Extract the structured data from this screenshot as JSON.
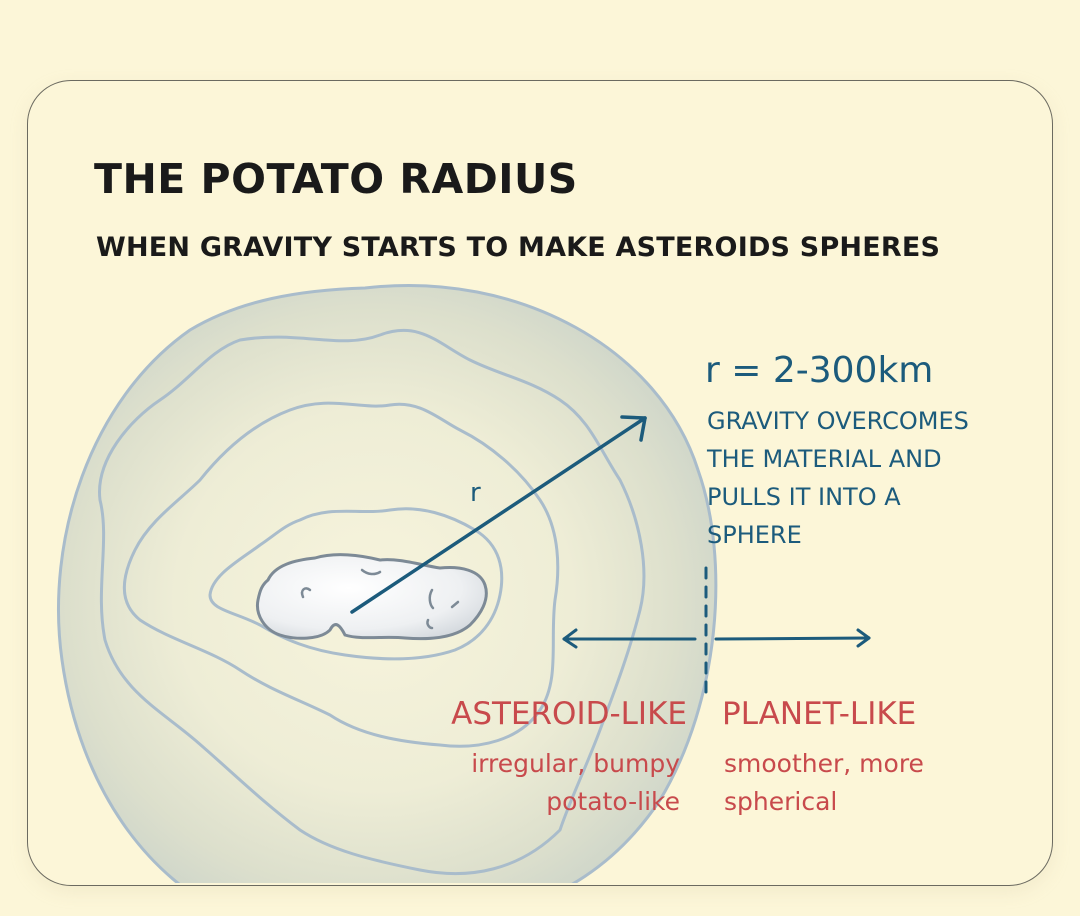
{
  "title": "THE POTATO RADIUS",
  "subtitle": "WHEN GRAVITY STARTS TO MAKE ASTEROIDS SPHERES",
  "radius": {
    "label": "r",
    "value": "r = 2-300km",
    "explanation_lines": [
      "GRAVITY OVERCOMES",
      "THE MATERIAL AND",
      "PULLS IT INTO A",
      "SPHERE"
    ]
  },
  "categories": {
    "asteroid_like": {
      "title": "ASTEROID-LIKE",
      "description_lines": [
        "irregular, bumpy",
        "potato-like"
      ]
    },
    "planet_like": {
      "title": "PLANET-LIKE",
      "description_lines": [
        "smoother, more",
        "spherical"
      ]
    }
  },
  "colors": {
    "background": "#fcf6d8",
    "ink": "#1a1a1a",
    "blue_ink": "#1c5b7c",
    "red_ink": "#c84a4c",
    "contour": "#a9bccb",
    "asteroid_outline": "#7d8a96"
  }
}
